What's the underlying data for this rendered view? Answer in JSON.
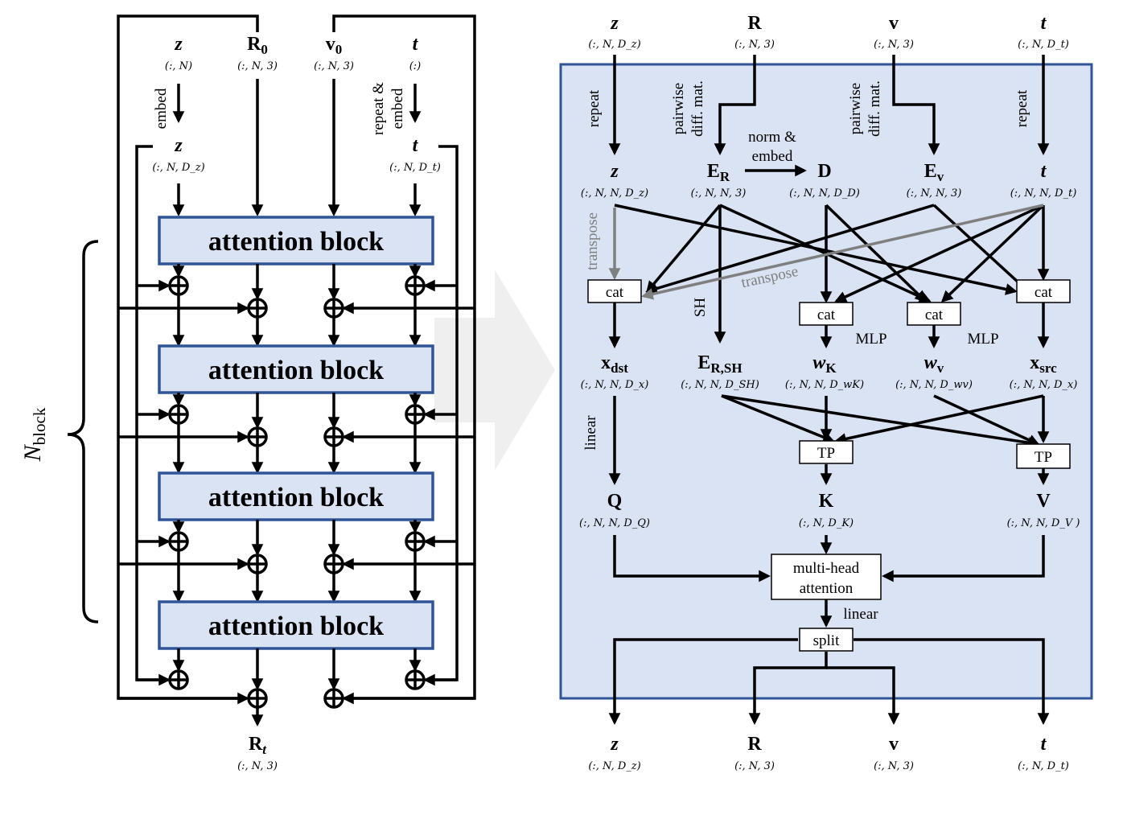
{
  "left": {
    "inputs": [
      {
        "sym": "z",
        "shape": "(:, N)"
      },
      {
        "sym": "R",
        "sub": "0",
        "shape": "(:, N, 3)"
      },
      {
        "sym": "v",
        "sub": "0",
        "shape": "(:, N, 3)"
      },
      {
        "sym": "t",
        "shape": "(:)"
      }
    ],
    "embed_label": "embed",
    "repeat_embed_label": [
      "repeat &",
      "embed"
    ],
    "z_embedded": {
      "sym": "z",
      "shape": "(:, N, D_z)"
    },
    "t_embedded": {
      "sym": "t",
      "shape": "(:, N, D_t)"
    },
    "blocks": [
      "attention block",
      "attention block",
      "attention block",
      "attention block"
    ],
    "n_block": {
      "sym": "N",
      "sub": "block"
    },
    "output": {
      "sym": "R",
      "sub": "t",
      "shape": "(:, N, 3)"
    }
  },
  "right": {
    "inputs": [
      {
        "sym": "z",
        "shape": "(:, N, D_z)"
      },
      {
        "sym": "R",
        "shape": "(:, N, 3)"
      },
      {
        "sym": "v",
        "shape": "(:, N, 3)"
      },
      {
        "sym": "t",
        "shape": "(:, N, D_t)"
      }
    ],
    "labels": {
      "repeat": "repeat",
      "pairwise": [
        "pairwise",
        "diff. mat."
      ],
      "norm_embed": [
        "norm &",
        "embed"
      ],
      "transpose": "transpose",
      "sh": "SH",
      "mlp": "MLP",
      "linear": "linear",
      "cat": "cat",
      "tp": "TP",
      "mha": [
        "multi-head",
        "attention"
      ],
      "split": "split"
    },
    "row1": [
      {
        "sym": "z",
        "shape": "(:, N, N, D_z)"
      },
      {
        "sym": "E",
        "sub": "R",
        "shape": "(:, N, N, 3)"
      },
      {
        "sym": "D",
        "shape": "(:, N, N, D_D)"
      },
      {
        "sym": "E",
        "sub": "v",
        "shape": "(:, N, N, 3)"
      },
      {
        "sym": "t",
        "shape": "(:, N, N, D_t)"
      }
    ],
    "row2": [
      {
        "sym": "x",
        "sub": "dst",
        "shape": "(:, N, N, D_x)"
      },
      {
        "sym": "E",
        "sub": "R,SH",
        "shape": "(:, N, N, D_SH)"
      },
      {
        "sym": "w",
        "sub": "K",
        "shape": "(:, N, N, D_wK)"
      },
      {
        "sym": "w",
        "sub": "v",
        "shape": "(:, N, N, D_wv)"
      },
      {
        "sym": "x",
        "sub": "src",
        "shape": "(:, N, N, D_x)"
      }
    ],
    "row3": [
      {
        "sym": "Q",
        "shape": "(:, N, N, D_Q)"
      },
      {
        "sym": "K",
        "shape": "(:, N, D_K)"
      },
      {
        "sym": "V",
        "shape": "(:, N, N, D_V )"
      }
    ],
    "outputs": [
      {
        "sym": "z",
        "shape": "(:, N, D_z)"
      },
      {
        "sym": "R",
        "shape": "(:, N, 3)"
      },
      {
        "sym": "v",
        "shape": "(:, N, 3)"
      },
      {
        "sym": "t",
        "shape": "(:, N, D_t)"
      }
    ]
  },
  "colors": {
    "panel_fill": "#dae3f3",
    "panel_stroke": "#2f5597",
    "block_fill": "#dae3f3",
    "block_stroke": "#2f5597",
    "gray": "#7f7f7f"
  }
}
